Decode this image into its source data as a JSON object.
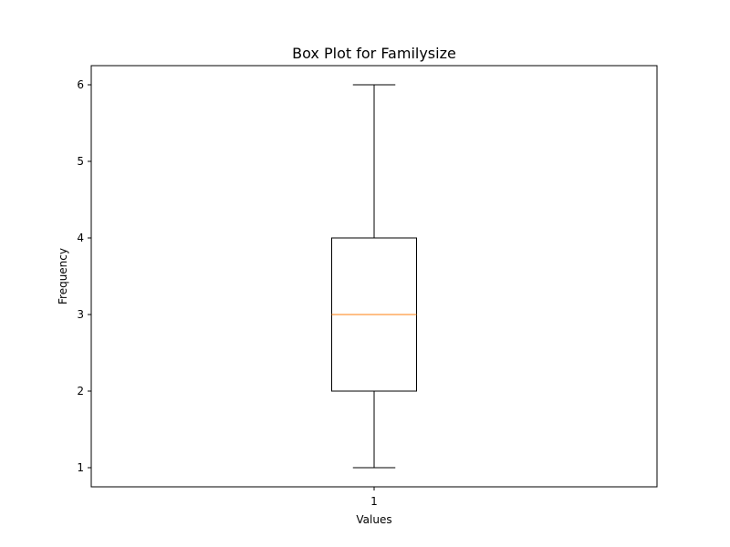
{
  "chart_data": {
    "type": "box",
    "title": "Box Plot for Familysize",
    "xlabel": "Values",
    "ylabel": "Frequency",
    "categories": [
      "1"
    ],
    "boxes": [
      {
        "category": "1",
        "whisker_low": 1,
        "q1": 2,
        "median": 3,
        "q3": 4,
        "whisker_high": 6
      }
    ],
    "y_ticks": [
      1,
      2,
      3,
      4,
      5,
      6
    ],
    "ylim": [
      0.75,
      6.25
    ],
    "grid": false,
    "colors": {
      "box": "#000000",
      "median": "#ff7f0e",
      "whisker": "#000000"
    }
  }
}
